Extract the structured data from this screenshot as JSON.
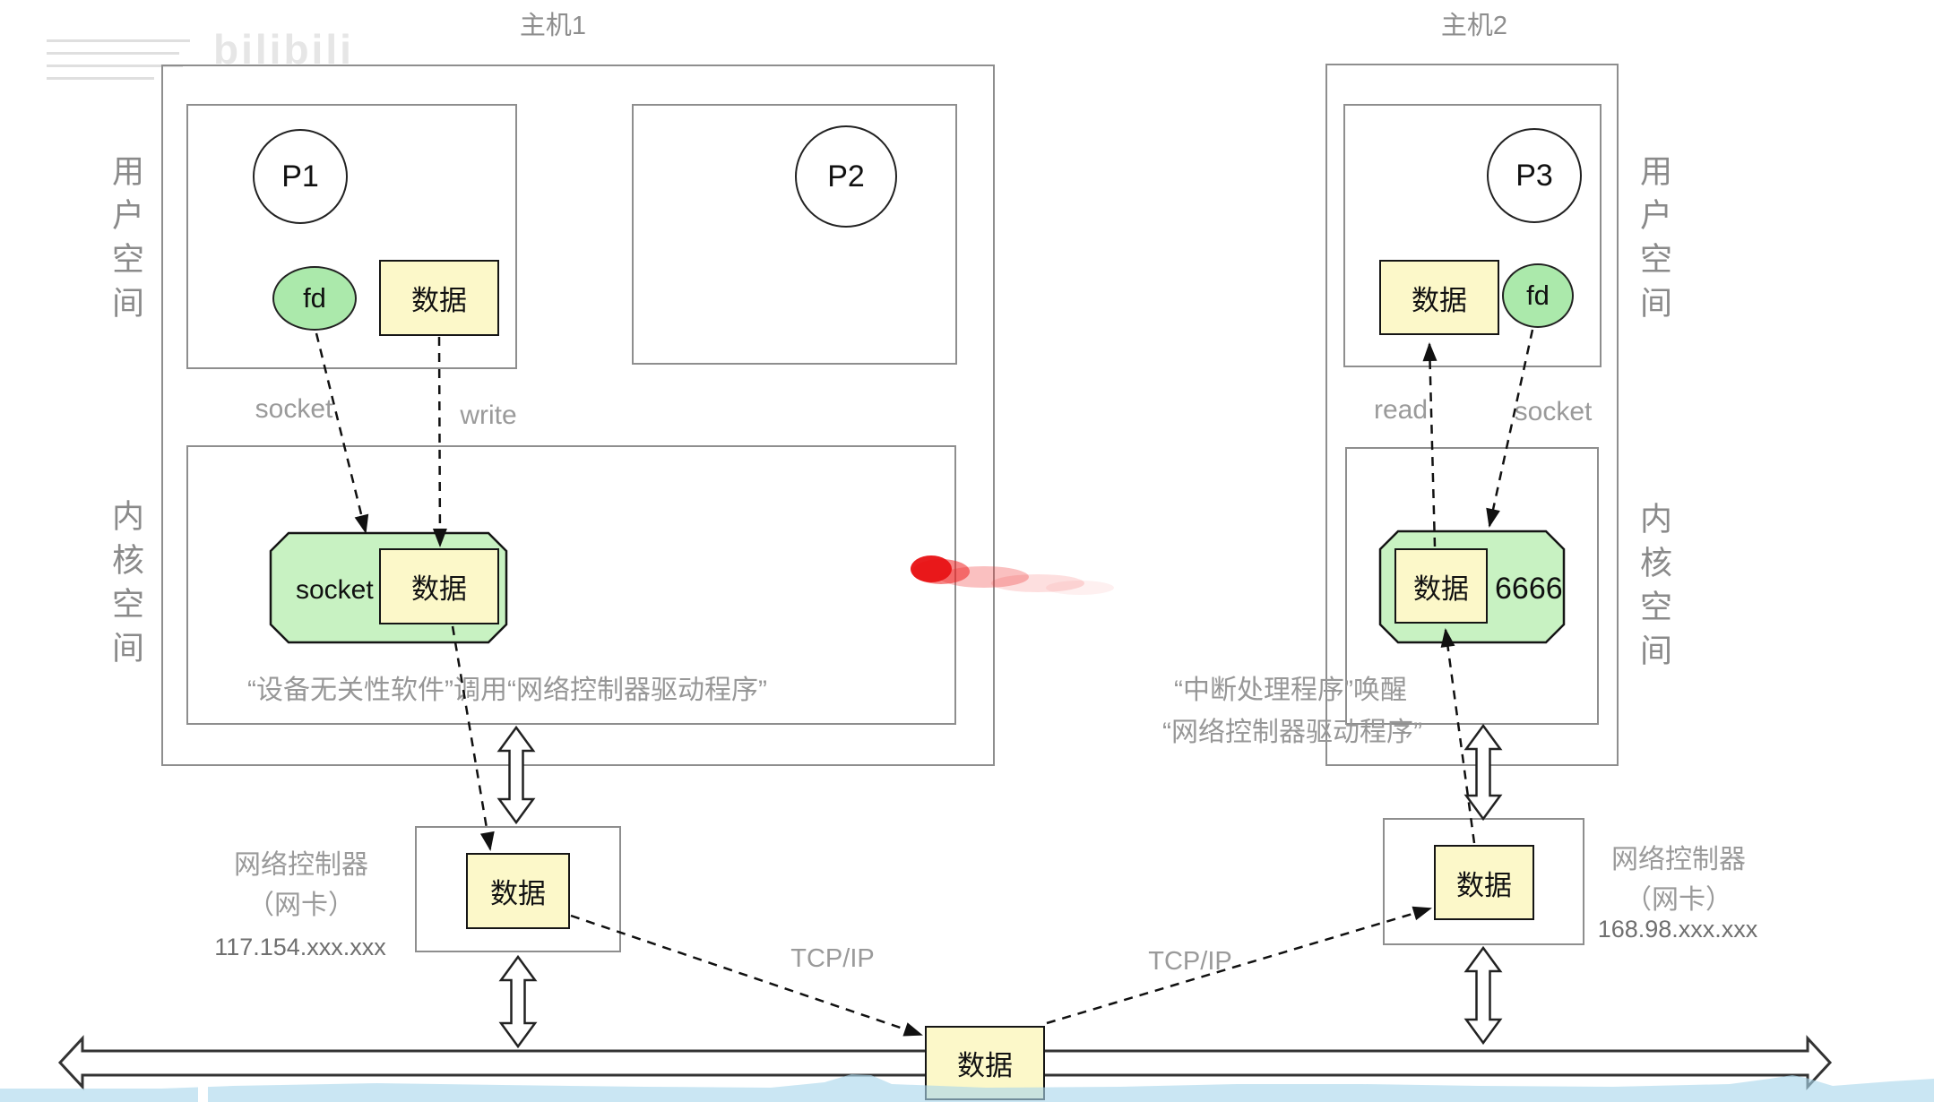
{
  "watermark": {
    "logo_text": "bilibili"
  },
  "host1": {
    "title": "主机1",
    "side_labels": {
      "user": "用户空间",
      "kernel": "内核空间"
    },
    "process_1": "P1",
    "process_2": "P2",
    "fd_label": "fd",
    "user_data_label": "数据",
    "syscall_socket": "socket",
    "syscall_write": "write",
    "socket_shape_label": "socket",
    "kernel_data_label": "数据",
    "kernel_note": "“设备无关性软件”调用“网络控制器驱动程序”",
    "nic": {
      "name_line1": "网络控制器",
      "name_line2": "（网卡）",
      "ip": "117.154.xxx.xxx",
      "data_label": "数据"
    }
  },
  "host2": {
    "title": "主机2",
    "side_labels": {
      "user": "用户空间",
      "kernel": "内核空间"
    },
    "process_3": "P3",
    "fd_label": "fd",
    "user_data_label": "数据",
    "syscall_read": "read",
    "syscall_socket": "socket",
    "kernel_data_label": "数据",
    "port_label": "6666",
    "kernel_note_line1": "“中断处理程序”唤醒",
    "kernel_note_line2": "“网络控制器驱动程序”",
    "nic": {
      "name_line1": "网络控制器",
      "name_line2": "（网卡）",
      "ip": "168.98.xxx.xxx",
      "data_label": "数据"
    }
  },
  "network": {
    "tcpip_left": "TCP/IP",
    "tcpip_right": "TCP/IP",
    "bus_data_label": "数据"
  },
  "colors": {
    "data_box_fill": "#fcf8c9",
    "socket_shape_fill": "#c8f2c2",
    "fd_fill": "#abe9ab",
    "box_border_gray": "#8e8e8e",
    "laser_red": "#e81416",
    "heatmap_blue": "#a9d6eb"
  }
}
